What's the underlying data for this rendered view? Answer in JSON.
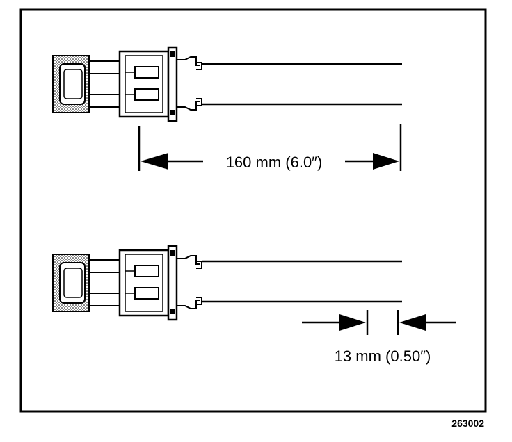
{
  "dimensions": {
    "overall_length": "160 mm (6.0″)",
    "strip_length": "13 mm (0.50″)"
  },
  "figure_number": "263002"
}
